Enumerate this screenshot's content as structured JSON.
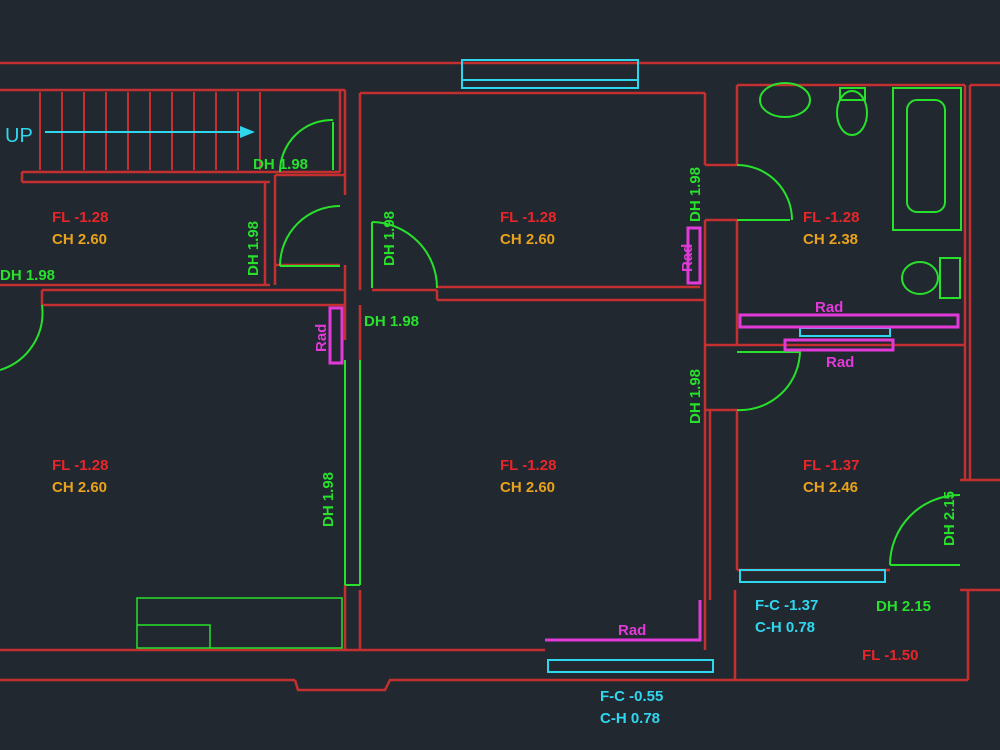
{
  "colors": {
    "background": "#212830",
    "walls": "#c3302f",
    "doors": "#27e12b",
    "radiators": "#e23ad8",
    "windows": "#2fd7ee",
    "floor_level_text": "#e8262a",
    "ceiling_height_text": "#e8a21c",
    "fixtures": "#27e12b"
  },
  "stair_label": "UP",
  "rooms": {
    "stair_room": {
      "fl": "FL -1.28",
      "ch": "CH 2.60"
    },
    "upper_middle": {
      "fl": "FL -1.28",
      "ch": "CH 2.60"
    },
    "bathroom": {
      "fl": "FL -1.28",
      "ch": "CH 2.38"
    },
    "living_left": {
      "fl": "FL -1.28",
      "ch": "CH 2.60"
    },
    "living_middle": {
      "fl": "FL -1.28",
      "ch": "CH 2.60"
    },
    "right_room": {
      "fl": "FL -1.37",
      "ch": "CH 2.46"
    },
    "lower_right": {
      "fl": "FL -1.50"
    }
  },
  "door_heights": [
    "DH 1.98",
    "DH 1.98",
    "DH 1.98",
    "DH 1.98",
    "DH 1.98",
    "DH 1.98",
    "DH 1.98",
    "DH 1.98",
    "DH 2.15",
    "DH 2.15"
  ],
  "radiators": [
    "Rad",
    "Rad",
    "Rad",
    "Rad",
    "Rad"
  ],
  "windows": [
    {
      "fc": "F-C -1.37",
      "chh": "C-H 0.78"
    },
    {
      "fc": "F-C -0.55",
      "chh": "C-H 0.78"
    }
  ]
}
